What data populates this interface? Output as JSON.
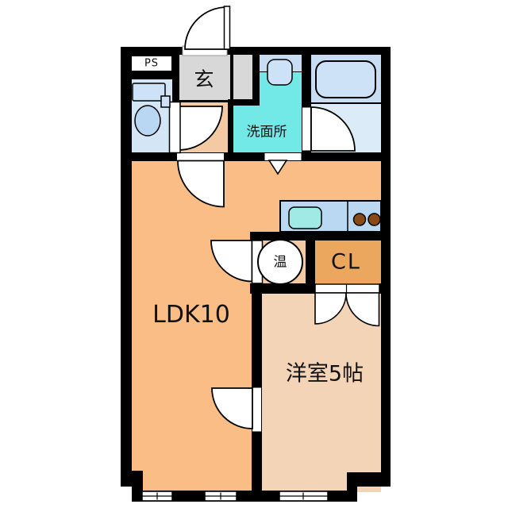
{
  "title": "apartment-floorplan",
  "floorplan": {
    "labels": {
      "pipe_space": "PS",
      "entrance": "玄",
      "washroom": "洗面所",
      "water_heater": "温",
      "closet": "CL",
      "living_dining_kitchen": "LDK10",
      "western_room": "洋室5帖"
    },
    "colors": {
      "wall": "#000000",
      "ldk": "#f9bd85",
      "hall": "#f3caa3",
      "western_room": "#f4d4b6",
      "closet": "#eca75f",
      "entrance_gray": "#d8d8d8",
      "toilet_room": "#d4e5f6",
      "washroom_cyan": "#72e9e7",
      "bath_upper": "#c8dcf3",
      "bath_lower": "#dcebf8",
      "kitchen_counter": "#bad8f1",
      "sink": "#a0e9e5",
      "burner": "#8a4a16",
      "fixture_fill": "#cde2f6",
      "toilet_bowl": "#b9d6f2"
    },
    "icons": [
      "toilet-icon",
      "washbasin-icon",
      "bathtub-icon",
      "kitchen-sink-icon",
      "stove-burners-icon",
      "water-heater-icon",
      "door-swing-icon",
      "folding-door-icon",
      "double-door-icon",
      "window-icon"
    ]
  }
}
